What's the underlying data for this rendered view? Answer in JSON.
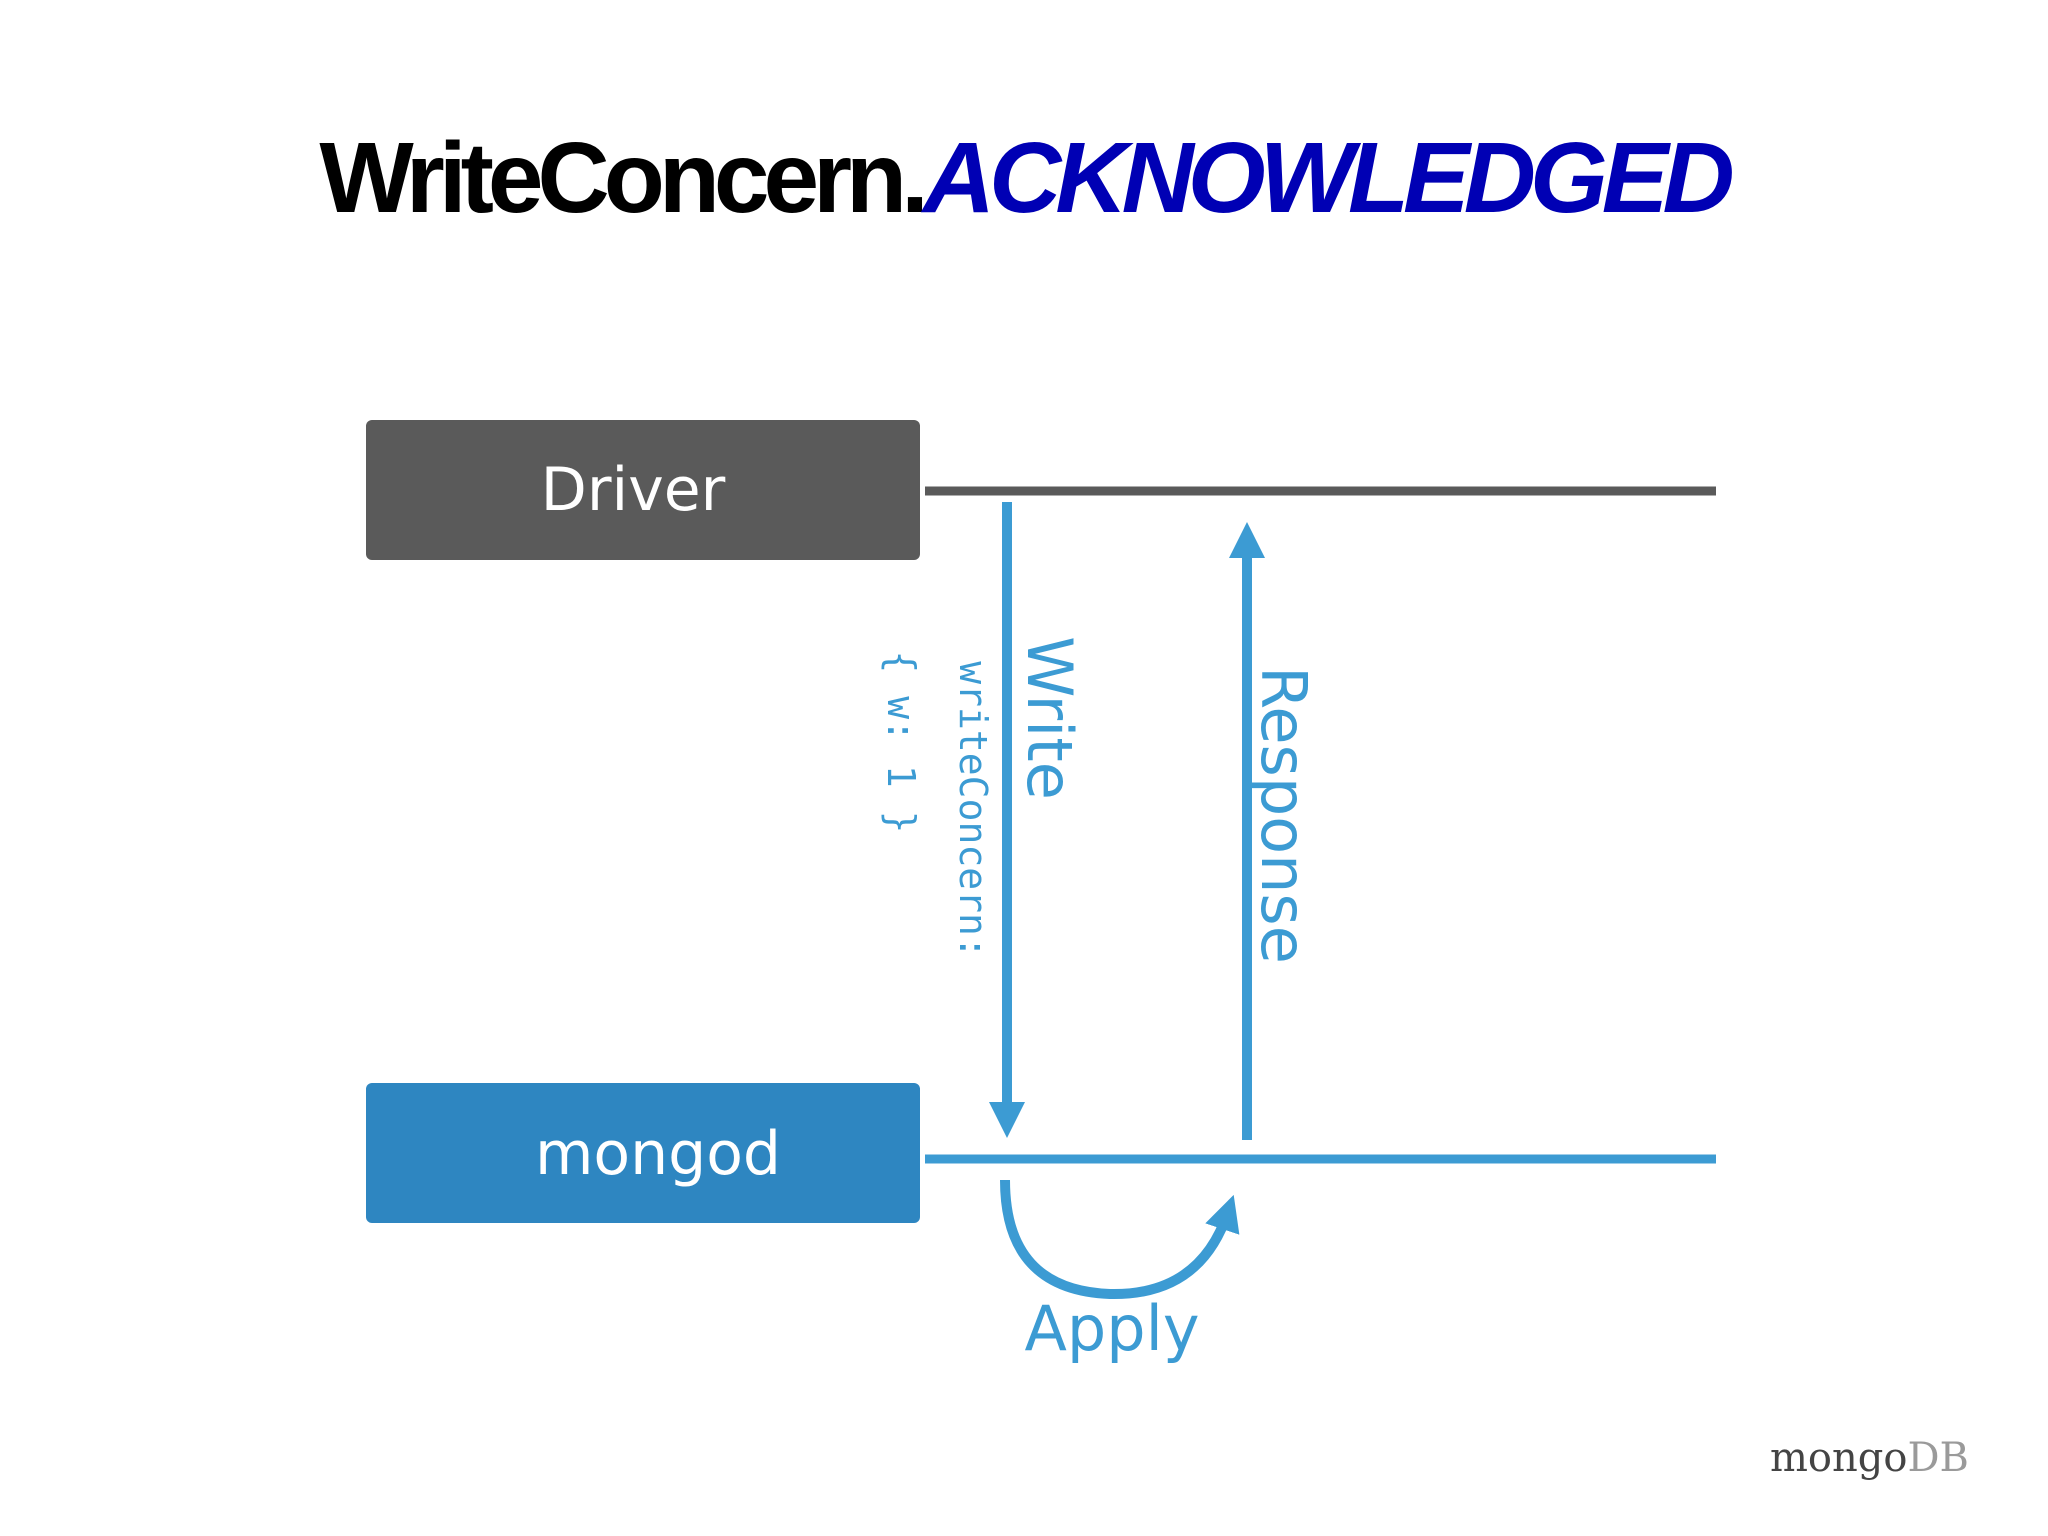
{
  "title": {
    "prefix": "WriteConcern.",
    "suffix": "ACKNOWLEDGED"
  },
  "diagram": {
    "driver_label": "Driver",
    "mongod_label": "mongod",
    "write_label": "Write",
    "write_concern_label": "writeConcern:",
    "write_concern_value": "{ w: 1 }",
    "response_label": "Response",
    "apply_label": "Apply"
  },
  "colors": {
    "driver_box": "#5a5a5a",
    "mongod_box": "#2e86c1",
    "arrow": "#3c9bd3",
    "title_accent": "#0000b4"
  },
  "logo": {
    "part_a": "mongo",
    "part_b": "DB"
  }
}
